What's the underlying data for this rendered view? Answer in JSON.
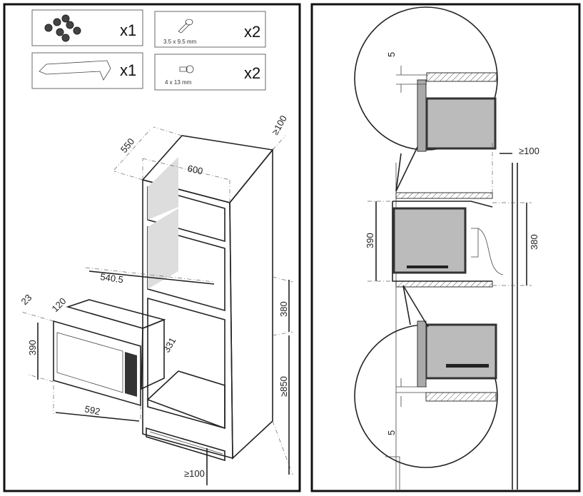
{
  "accessories": [
    {
      "name": "wall-plugs",
      "qty": "x1"
    },
    {
      "name": "screw",
      "size": "3.5 x 9.5 mm",
      "qty": "x2"
    },
    {
      "name": "bracket",
      "qty": "x1"
    },
    {
      "name": "screw",
      "size": "4 x 13 mm",
      "qty": "x2"
    }
  ],
  "left_dimensions": {
    "cabinet_depth": "550",
    "cabinet_width": "600",
    "top_clearance": "≥100",
    "appliance_depth": "540.5",
    "frame_depth": "23",
    "front_depth": "120",
    "front_height": "390",
    "body_height": "331",
    "front_width": "592",
    "niche_height": "380",
    "floor_height": "≥850",
    "plinth_clearance": "≥100"
  },
  "right_dimensions": {
    "gap_top": "5",
    "rear_clearance": "≥100",
    "appliance_height": "390",
    "niche_height": "380",
    "gap_bottom": "5"
  }
}
